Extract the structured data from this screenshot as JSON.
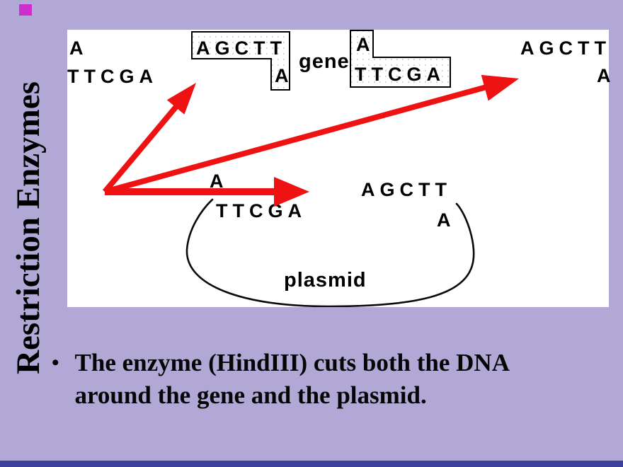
{
  "colors": {
    "background": "#b1a8d5",
    "panel": "#ffffff",
    "arrow": "#ee1212",
    "text": "#000000",
    "accent_square": "#cc2ecc",
    "bottom_bar": "#3f3f9e"
  },
  "title": "Restriction Enzymes",
  "bullet": {
    "marker": "•",
    "lines": [
      "The enzyme (HindIII) cuts both the DNA",
      "around the gene and the plasmid."
    ]
  },
  "diagram": {
    "top_left_dna": {
      "overhang": "A",
      "strand": "TTCGA"
    },
    "gene_fragment_left": {
      "strand": "AGCTT",
      "overhang": "A"
    },
    "gene_label": "gene",
    "gene_fragment_right": {
      "overhang": "A",
      "strand": "TTCGA"
    },
    "top_right_dna": {
      "strand": "AGCTT",
      "overhang": "A"
    },
    "plasmid_cut_left": {
      "overhang": "A",
      "strand": "TTCGA"
    },
    "plasmid_cut_right": {
      "strand": "AGCTT",
      "overhang": "A"
    },
    "plasmid_label": "plasmid"
  }
}
